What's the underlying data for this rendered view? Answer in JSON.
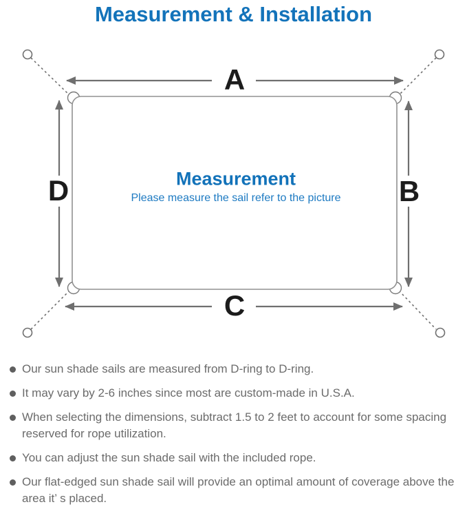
{
  "page": {
    "title": "Measurement & Installation"
  },
  "diagram": {
    "labels": {
      "a": "A",
      "b": "B",
      "c": "C",
      "d": "D"
    },
    "center_title": "Measurement",
    "center_caption": "Please measure the sail refer to the picture"
  },
  "notes": {
    "items": [
      "Our sun shade sails are measured from D-ring to D-ring.",
      "It may vary by 2-6 inches since most are custom-made in U.S.A.",
      "When selecting the dimensions, subtract 1.5 to 2 feet to account for some spacing reserved for rope utilization.",
      "You can adjust the sun shade sail with the included rope.",
      "Our flat-edged sun shade sail will provide an optimal amount of coverage above the area it’ s placed."
    ]
  },
  "colors": {
    "title_blue": "#1373ba",
    "caption_blue": "#1d7ac2",
    "diagram_gray": "#6f6f6f",
    "sail_outline_gray": "#919191",
    "note_text_gray": "#6b6b6b",
    "label_black": "#1c1c1c"
  }
}
